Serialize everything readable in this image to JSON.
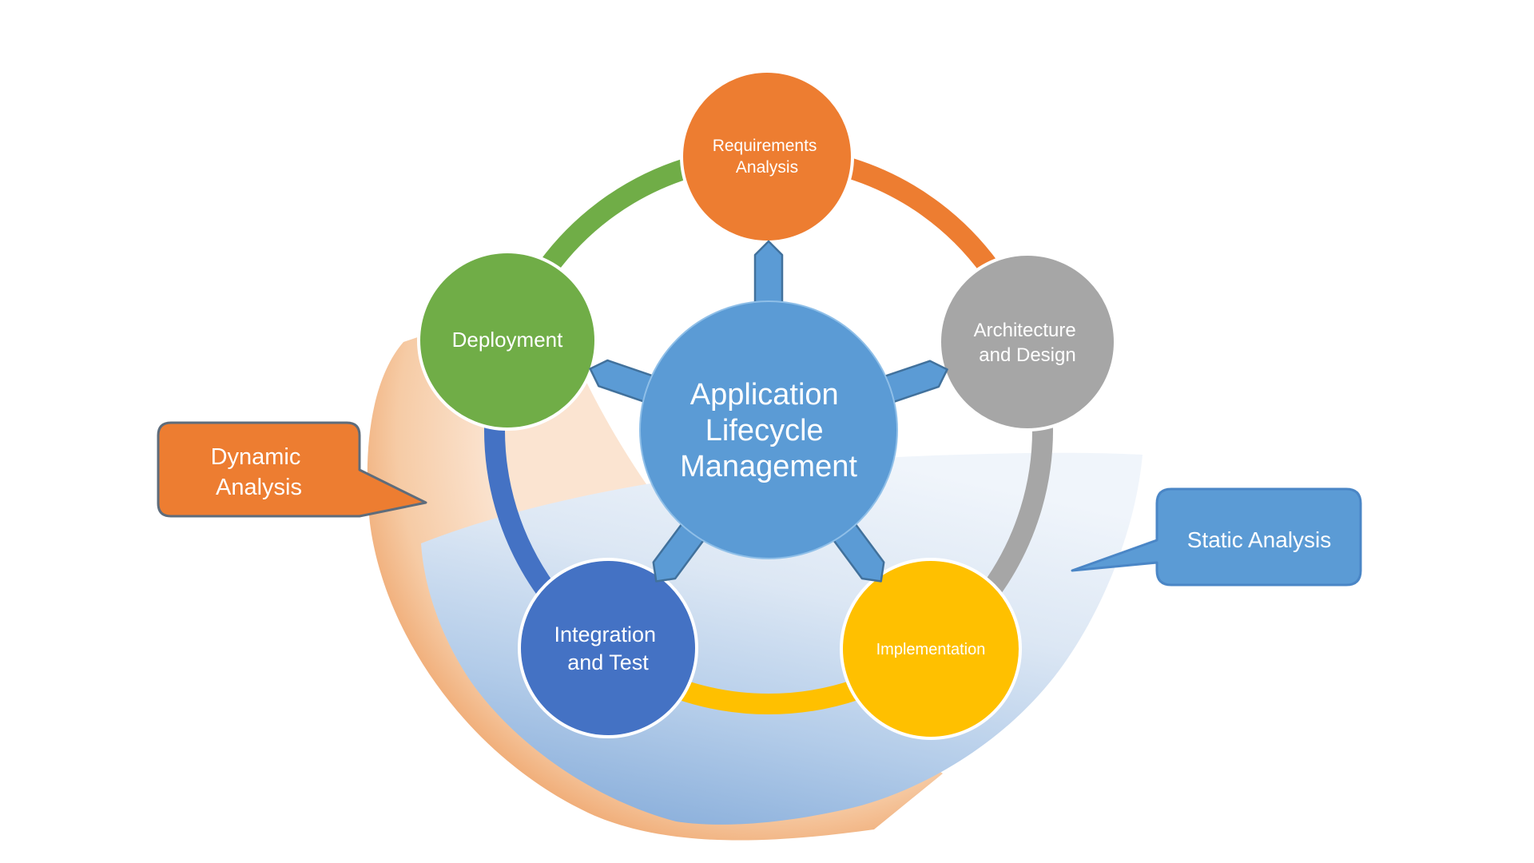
{
  "page": {
    "background": "#FFFFFF",
    "title": "Application Lifecycle Management"
  },
  "background": {
    "orange_swoosh": {
      "name": "dynamic-analysis-swoosh",
      "stops": [
        "#FBE4D1",
        "#F6CBA5",
        "#EFA76F",
        "#DE7329"
      ]
    },
    "blue_swoosh": {
      "name": "static-analysis-swoosh",
      "stops": [
        "#F0F5FB",
        "#DCE7F4",
        "#B3CCE9",
        "#8AAFDB"
      ]
    }
  },
  "center": {
    "label": "Application Lifecycle Management",
    "lines": [
      "Application",
      "Lifecycle",
      "Management"
    ],
    "color": "#5B9BD5",
    "border": "#8FBFE8"
  },
  "nodes": [
    {
      "id": "requirements-analysis",
      "label": "Requirements Analysis",
      "lines": [
        "Requirements",
        "Analysis"
      ],
      "color": "#ED7D31"
    },
    {
      "id": "architecture-and-design",
      "label": "Architecture and Design",
      "lines": [
        "Architecture",
        "and Design"
      ],
      "color": "#A6A6A6"
    },
    {
      "id": "implementation",
      "label": "Implementation",
      "lines": [
        "Implementation"
      ],
      "color": "#FFC000"
    },
    {
      "id": "integration-and-test",
      "label": "Integration and Test",
      "lines": [
        "Integration",
        "and Test"
      ],
      "color": "#4472C4"
    },
    {
      "id": "deployment",
      "label": "Deployment",
      "lines": [
        "Deployment"
      ],
      "color": "#70AD47"
    }
  ],
  "ring": {
    "segments": [
      {
        "from": "deployment",
        "to": "requirements-analysis",
        "color": "#70AD47"
      },
      {
        "from": "requirements-analysis",
        "to": "architecture-and-design",
        "color": "#ED7D31"
      },
      {
        "from": "architecture-and-design",
        "to": "implementation",
        "color": "#A6A6A6"
      },
      {
        "from": "implementation",
        "to": "integration-and-test",
        "color": "#FFC000"
      },
      {
        "from": "integration-and-test",
        "to": "deployment",
        "color": "#4472C4"
      }
    ]
  },
  "spokes": {
    "fill": "#5B9BD5",
    "border": "#41719C",
    "count": 5
  },
  "callouts": [
    {
      "id": "dynamic-analysis",
      "label": "Dynamic Analysis",
      "lines": [
        "Dynamic",
        "Analysis"
      ],
      "fill": "#ED7D31",
      "border": "#5E6C7B"
    },
    {
      "id": "static-analysis",
      "label": "Static Analysis",
      "lines": [
        "Static Analysis"
      ],
      "fill": "#5B9BD5",
      "border": "#4A86C6"
    }
  ]
}
